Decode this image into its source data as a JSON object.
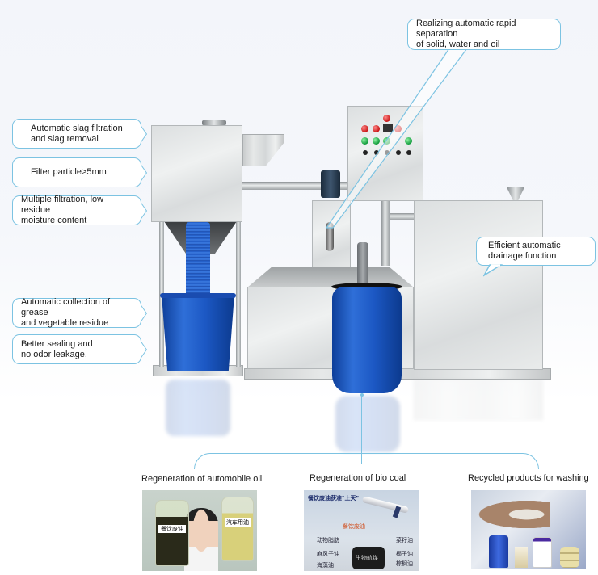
{
  "callouts": {
    "slag_filtration": "Automatic slag filtration\nand slag removal",
    "filter_particle": "Filter particle>5mm",
    "multiple_filtration": "Multiple filtration, low residue\nmoisture content",
    "grease_collection": "Automatic collection of grease\nand vegetable residue",
    "sealing": "Better sealing and\nno odor leakage.",
    "separation": "Realizing automatic rapid separation\nof solid, water and oil",
    "drainage": "Efficient automatic\ndrainage function"
  },
  "products": [
    {
      "caption": "Regeneration of automobile oil",
      "jar_labels": [
        "餐饮废油",
        "汽车用油"
      ]
    },
    {
      "caption": "Regeneration of bio coal",
      "headline": "餐饮废油获准“上天”",
      "highlight": "餐饮废油",
      "center_label": "生物航煤",
      "sources_left": [
        "动物脂肪",
        "麻风子油",
        "海藻油"
      ],
      "sources_right": [
        "菜籽油",
        "椰子油",
        "棕榈油"
      ]
    },
    {
      "caption": "Recycled products for washing"
    }
  ],
  "colors": {
    "accent_line": "#7cc3e2",
    "bucket_blue": "#1c58c4",
    "steel": "#dcdfe0"
  }
}
